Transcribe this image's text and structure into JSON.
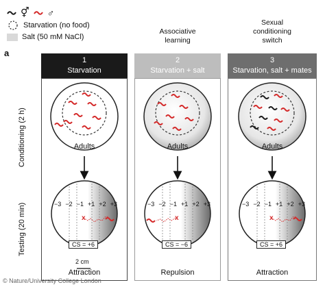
{
  "legend": {
    "hermaphrodite_symbol": "⚥",
    "male_symbol": "♂",
    "starvation": "Starvation (no food)",
    "salt": "Salt (50 mM NaCl)"
  },
  "panel_label": "a",
  "conditions": [
    {
      "title": "",
      "number": "1",
      "name": "Starvation",
      "header_color": "#1a1a1a",
      "adults": "Adults",
      "cs": "CS = +6",
      "result": "Attraction"
    },
    {
      "title": "Associative\nlearning",
      "number": "2",
      "name": "Starvation + salt",
      "header_color": "#bdbdbd",
      "adults": "Adults",
      "cs": "CS = −6",
      "result": "Repulsion"
    },
    {
      "title": "Sexual\nconditioning\nswitch",
      "number": "3",
      "name": "Starvation, salt + mates",
      "header_color": "#6e6e6e",
      "adults": "Adults",
      "cs": "CS = +6",
      "result": "Attraction"
    }
  ],
  "row_labels": {
    "conditioning": "Conditioning (2 h)",
    "testing": "Testing (20 min)"
  },
  "scale_labels": [
    "−3",
    "−2",
    "−1",
    "+1",
    "+2",
    "+3"
  ],
  "scale_bar": "2 cm",
  "copyright": "© Nature/University College London",
  "colors": {
    "worm_red": "#d42a2a",
    "worm_black": "#1a1a1a"
  }
}
